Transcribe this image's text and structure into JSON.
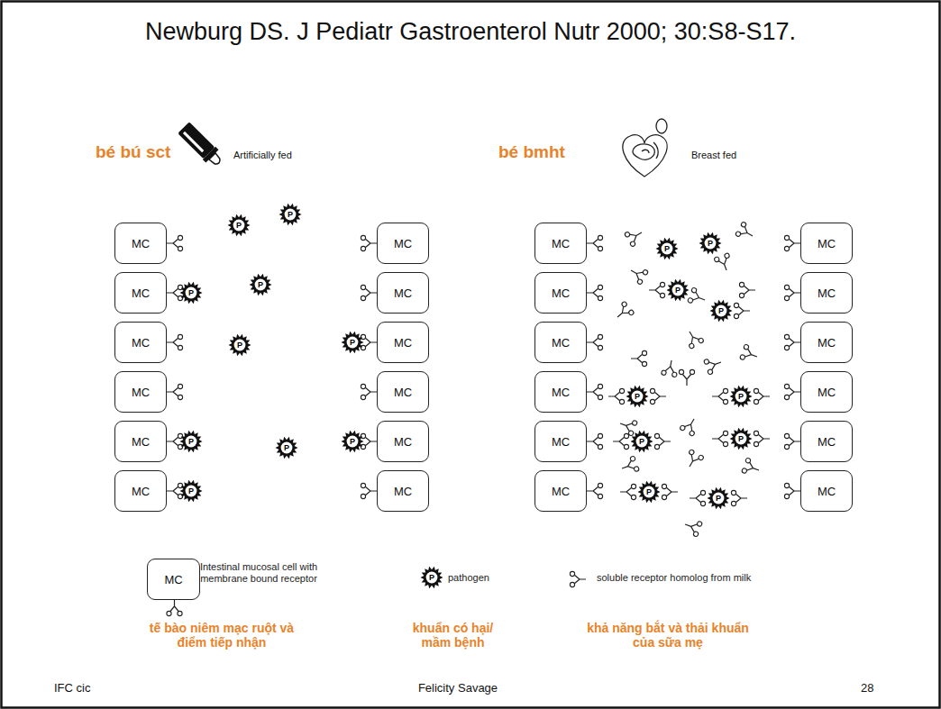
{
  "diagram": {
    "title": "Newburg DS. J Pediatr Gastroenterol Nutr 2000; 30:S8-S17.",
    "nodes": [
      {
        "text": [
          "MC"
        ]
      },
      {
        "text": [
          "MC"
        ]
      },
      {
        "text": [
          "MC"
        ]
      },
      {
        "text": [
          "MC"
        ]
      },
      {
        "text": [
          "MC"
        ]
      },
      {
        "text": [
          "MC"
        ]
      },
      {
        "text": [
          "MC"
        ]
      },
      {
        "text": [
          "MC"
        ]
      },
      {
        "text": [
          "MC"
        ]
      },
      {
        "text": [
          "MC"
        ]
      },
      {
        "text": [
          "MC"
        ]
      },
      {
        "text": [
          "MC"
        ]
      },
      {
        "text": [
          "MC"
        ]
      },
      {
        "text": [
          "MC"
        ]
      },
      {
        "text": [
          "MC"
        ]
      },
      {
        "text": [
          "MC"
        ]
      },
      {
        "text": [
          "MC"
        ]
      },
      {
        "text": [
          "MC"
        ]
      },
      {
        "text": [
          "MC"
        ]
      },
      {
        "text": [
          "MC"
        ]
      },
      {
        "text": [
          "MC"
        ]
      },
      {
        "text": [
          "MC"
        ]
      },
      {
        "text": [
          "MC"
        ]
      },
      {
        "text": [
          "MC"
        ]
      },
      {
        "text": [
          "P"
        ]
      },
      {
        "text": [
          "P"
        ]
      },
      {
        "text": [
          "P"
        ]
      },
      {
        "text": [
          "P"
        ]
      },
      {
        "text": [
          "P"
        ]
      },
      {
        "text": [
          "P"
        ]
      },
      {
        "text": [
          "P"
        ]
      },
      {
        "text": [
          "P"
        ]
      },
      {
        "text": [
          "P"
        ]
      },
      {
        "text": [
          "P"
        ]
      },
      {
        "text": [
          "P"
        ]
      },
      {
        "text": [
          "P"
        ]
      },
      {
        "text": [
          "P"
        ]
      },
      {
        "text": [
          "P"
        ]
      },
      {
        "text": [
          "P"
        ]
      },
      {
        "text": [
          "P"
        ]
      },
      {
        "text": [
          "P"
        ]
      },
      {
        "text": [
          "P"
        ]
      },
      {
        "text": [
          "P"
        ]
      },
      {
        "text": [
          "P"
        ]
      },
      {
        "text": [
          "MC"
        ]
      },
      {
        "text": [
          "P"
        ]
      }
    ],
    "labels": [
      "bé bú sct",
      "Artificially fed",
      "bé bmht",
      "Breast fed",
      "tế bào niêm mạc ruột và điểm tiếp nhận",
      "khuẩn có hại/ mầm bệnh",
      "khả năng bắt và thải khuẩn của sữa mẹ",
      "IFC cic",
      "Felicity Savage",
      "28"
    ],
    "legend": [
      {
        "text": "Intestinal mucosal cell with membrane bound receptor"
      },
      {
        "text": "pathogen"
      },
      {
        "text": "soluble receptor homolog from milk"
      }
    ]
  }
}
